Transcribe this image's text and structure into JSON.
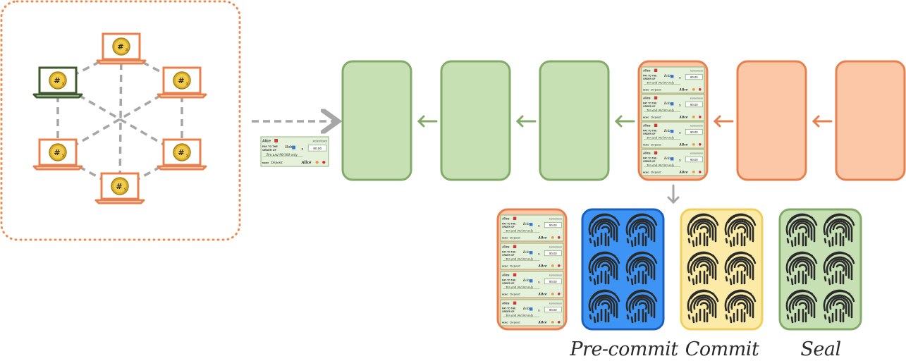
{
  "colors": {
    "green_fill": "#c6e0b4",
    "green_border": "#82aa68",
    "orange_fill": "#fbc7a6",
    "orange_border": "#e8804e",
    "blue_fill": "#3d94f5",
    "blue_border": "#1a5fc0",
    "yellow_fill": "#fbeba6",
    "yellow_border": "#f1cf5c",
    "dashed_gray": "#a6a6a6",
    "node_orange": "#e8804e",
    "node_dark": "#3c5a2c",
    "dotted_frame": "#ef8a4f"
  },
  "coin_symbol": "#",
  "check": {
    "payer": "Alice",
    "date": "xx/xx/xxxx",
    "pay_to_line1": "PAY TO THE",
    "pay_to_line2": "ORDER OF",
    "payee": "Bob",
    "currency": "$",
    "amount": "90.00",
    "amount_words": "Ten and 90/100 only",
    "memo_label": "MEMO",
    "memo": "Deposit",
    "signature": "Alice"
  },
  "phases": {
    "precommit": "Pre-commit",
    "commit": "Commit",
    "seal": "Seal"
  }
}
